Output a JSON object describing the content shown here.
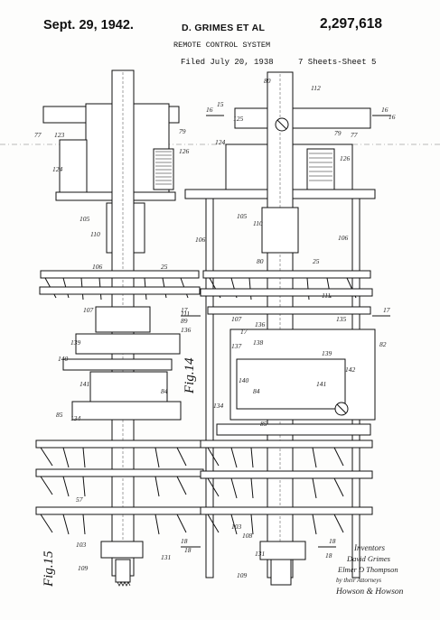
{
  "header": {
    "date": "Sept. 29, 1942.",
    "inventor": "D. GRIMES ET AL",
    "patent_number": "2,297,618",
    "title": "REMOTE CONTROL SYSTEM",
    "filed": "Filed July 20, 1938",
    "sheets": "7 Sheets-Sheet 5"
  },
  "figures": {
    "fig14": "Fig.14",
    "fig15": "Fig.15"
  },
  "reference_numerals": {
    "left": [
      "77",
      "123",
      "124",
      "79",
      "126",
      "105",
      "110",
      "25",
      "106",
      "107",
      "136",
      "111",
      "89",
      "140",
      "139",
      "141",
      "84",
      "85",
      "134",
      "57",
      "103",
      "131",
      "109"
    ],
    "right": [
      "15",
      "125",
      "80",
      "112",
      "16",
      "124",
      "79",
      "77",
      "126",
      "105",
      "110",
      "106",
      "80",
      "25",
      "106",
      "111",
      "107",
      "17",
      "136",
      "135",
      "137",
      "138",
      "139",
      "82",
      "140",
      "84",
      "141",
      "142",
      "134",
      "85",
      "18",
      "103",
      "108",
      "131",
      "18",
      "109"
    ]
  },
  "section_marks": {
    "upper_left": "16",
    "upper_right": "16",
    "middle_left": "17",
    "middle_right": "17",
    "lower_left": "18",
    "lower_right": "18"
  },
  "signature": {
    "heading": "Inventors",
    "line1": "David Grimes",
    "line2": "Elmer D Thompson",
    "line3": "by their Attorneys",
    "line4": "Howson & Howson"
  }
}
